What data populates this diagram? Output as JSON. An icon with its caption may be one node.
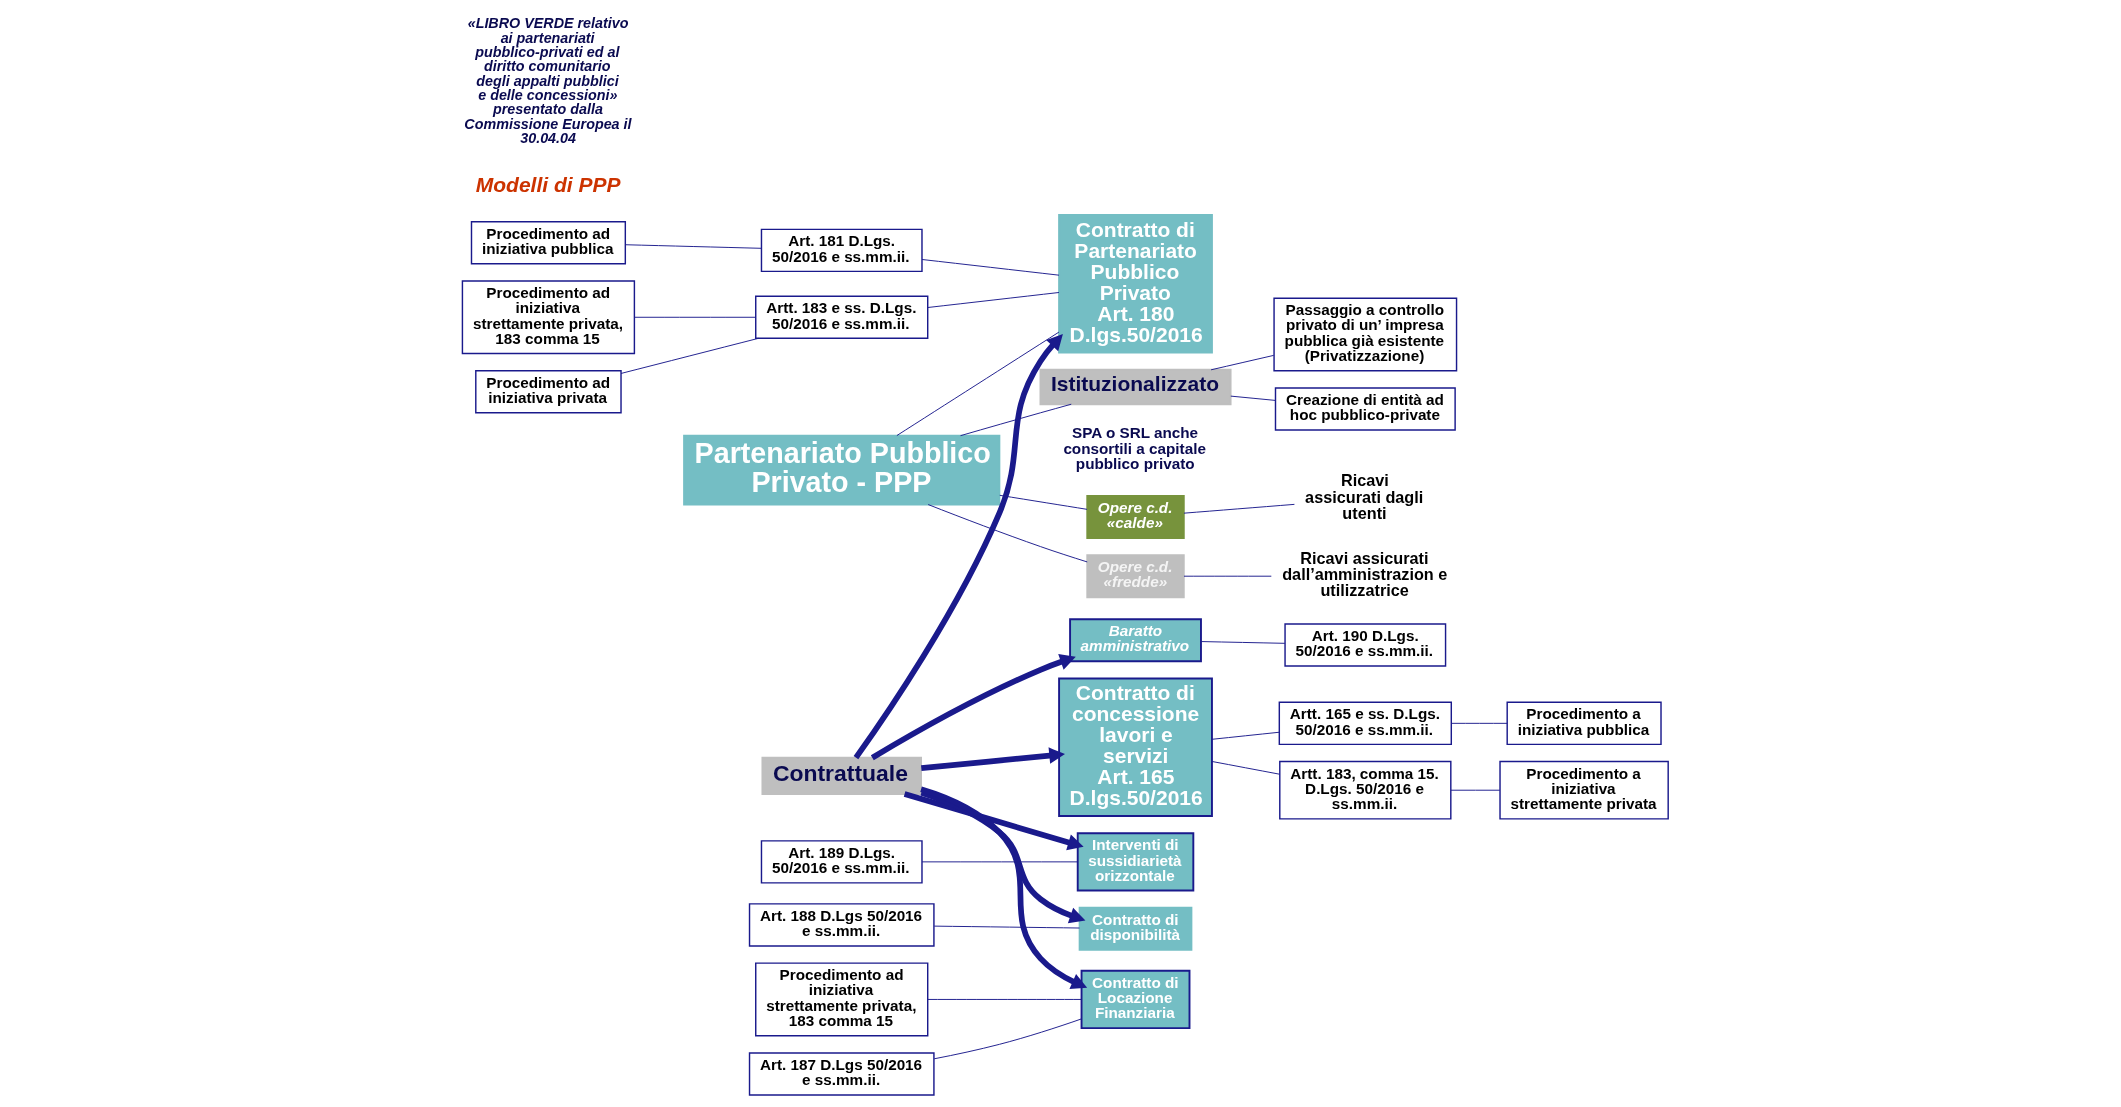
{
  "diagram": {
    "nodes": [
      {
        "text": [
          "Partenariato Pubblico Privato - PPP"
        ]
      },
      {
        "text": [
          "Contratto di Partenariato Pubblico Privato",
          "Art. 180 D.lgs.50/2016"
        ]
      },
      {
        "text": [
          "Contrattuale"
        ]
      },
      {
        "text": [
          "Istituzionalizzato"
        ],
        "beside": [
          "SPA o SRL anche consortili a capitale pubblico privato"
        ]
      },
      {
        "text": [
          "Interventi di sussidiarietà orizzontale"
        ]
      },
      {
        "text": [
          "Contratto di disponibilità"
        ]
      },
      {
        "text": [
          "Contratto di Locazione Finanziaria"
        ]
      },
      {
        "text": [
          "Baratto amministrativo"
        ]
      },
      {
        "text": [
          "Contratto di concessione lavori e servizi",
          "Art. 165 D.lgs.50/2016"
        ]
      },
      {
        "text": [
          "Art. 189 D.Lgs. 50/2016 e ss.mm.ii."
        ]
      },
      {
        "text": [
          "Art. 188 D.Lgs 50/2016 e ss.mm.ii."
        ]
      },
      {
        "text": [
          "Procedimento ad iniziativa strettamente privata, 183 comma 15"
        ]
      },
      {
        "text": [
          "Art. 187 D.Lgs 50/2016 e ss.mm.ii."
        ]
      },
      {
        "text": [
          "Art. 190 D.Lgs. 50/2016 e ss.mm.ii."
        ]
      },
      {
        "text": [
          "Art. 181 D.Lgs. 50/2016 e ss.mm.ii."
        ]
      },
      {
        "text": [
          "Procedimento ad iniziativa pubblica"
        ]
      },
      {
        "text": [
          "Artt. 183 e ss. D.Lgs. 50/2016 e ss.mm.ii."
        ]
      },
      {
        "text": [
          "Procedimento ad iniziativa privata"
        ]
      },
      {
        "text": [
          "Procedimento ad iniziativa strettamente privata, 183 comma 15"
        ]
      },
      {
        "text": [
          "Artt. 183, comma 15. D.Lgs. 50/2016 e ss.mm.ii."
        ]
      },
      {
        "text": [
          "Procedimento a iniziativa strettamente privata"
        ]
      },
      {
        "text": [
          "Artt. 165 e ss. D.Lgs. 50/2016 e ss.mm.ii."
        ]
      },
      {
        "text": [
          "Procedimento a iniziativa pubblica"
        ]
      },
      {
        "text": [
          "Opere c.d. «calde»"
        ]
      },
      {
        "text": [
          "Opere c.d. «fredde»"
        ]
      },
      {
        "text": [
          "Ricavi assicurati dagli utenti"
        ]
      },
      {
        "text": [
          "Ricavi assicurati dall’amministrazion e utilizzatrice"
        ]
      },
      {
        "text": [
          "Creazione di entità ad hoc pubblico-private"
        ]
      },
      {
        "text": [
          "Passaggio a controllo privato di un’ impresa pubblica già esistente (Privatizzazione)"
        ]
      }
    ],
    "edges": [
      {
        "from": 0,
        "to": 1,
        "arrow": "none"
      },
      {
        "from": 0,
        "to": 3,
        "arrow": "none"
      },
      {
        "from": 2,
        "to": 1,
        "arrow": "to",
        "style": "thick"
      },
      {
        "from": 2,
        "to": 4,
        "arrow": "to",
        "style": "thick"
      },
      {
        "from": 2,
        "to": 5,
        "arrow": "to",
        "style": "thick"
      },
      {
        "from": 2,
        "to": 6,
        "arrow": "to",
        "style": "thick"
      },
      {
        "from": 2,
        "to": 7,
        "arrow": "to",
        "style": "thick"
      },
      {
        "from": 2,
        "to": 8,
        "arrow": "to",
        "style": "thick"
      },
      {
        "from": 9,
        "to": 4,
        "arrow": "none"
      },
      {
        "from": 10,
        "to": 5,
        "arrow": "none"
      },
      {
        "from": 11,
        "to": 6,
        "arrow": "none"
      },
      {
        "from": 12,
        "to": 6,
        "arrow": "none"
      },
      {
        "from": 7,
        "to": 13,
        "arrow": "none"
      },
      {
        "from": 14,
        "to": 1,
        "arrow": "none"
      },
      {
        "from": 15,
        "to": 14,
        "arrow": "none"
      },
      {
        "from": 16,
        "to": 1,
        "arrow": "none"
      },
      {
        "from": 17,
        "to": 16,
        "arrow": "none"
      },
      {
        "from": 18,
        "to": 16,
        "arrow": "none"
      },
      {
        "from": 8,
        "to": 19,
        "arrow": "none"
      },
      {
        "from": 19,
        "to": 20,
        "arrow": "none"
      },
      {
        "from": 8,
        "to": 21,
        "arrow": "none"
      },
      {
        "from": 21,
        "to": 22,
        "arrow": "none"
      },
      {
        "from": 0,
        "to": 23,
        "arrow": "none"
      },
      {
        "from": 0,
        "to": 24,
        "arrow": "none"
      },
      {
        "from": 23,
        "to": 25,
        "arrow": "none"
      },
      {
        "from": 24,
        "to": 26,
        "arrow": "none"
      },
      {
        "from": 3,
        "to": 27,
        "arrow": "none"
      },
      {
        "from": 3,
        "to": 28,
        "arrow": "none"
      }
    ],
    "labels": [
      "Modelli di PPP",
      "«LIBRO VERDE relativo ai partenariati pubblico-privati ed al diritto comunitario degli appalti pubblici e delle concessioni» presentato dalla Commissione Europea il 30.04.04"
    ]
  }
}
